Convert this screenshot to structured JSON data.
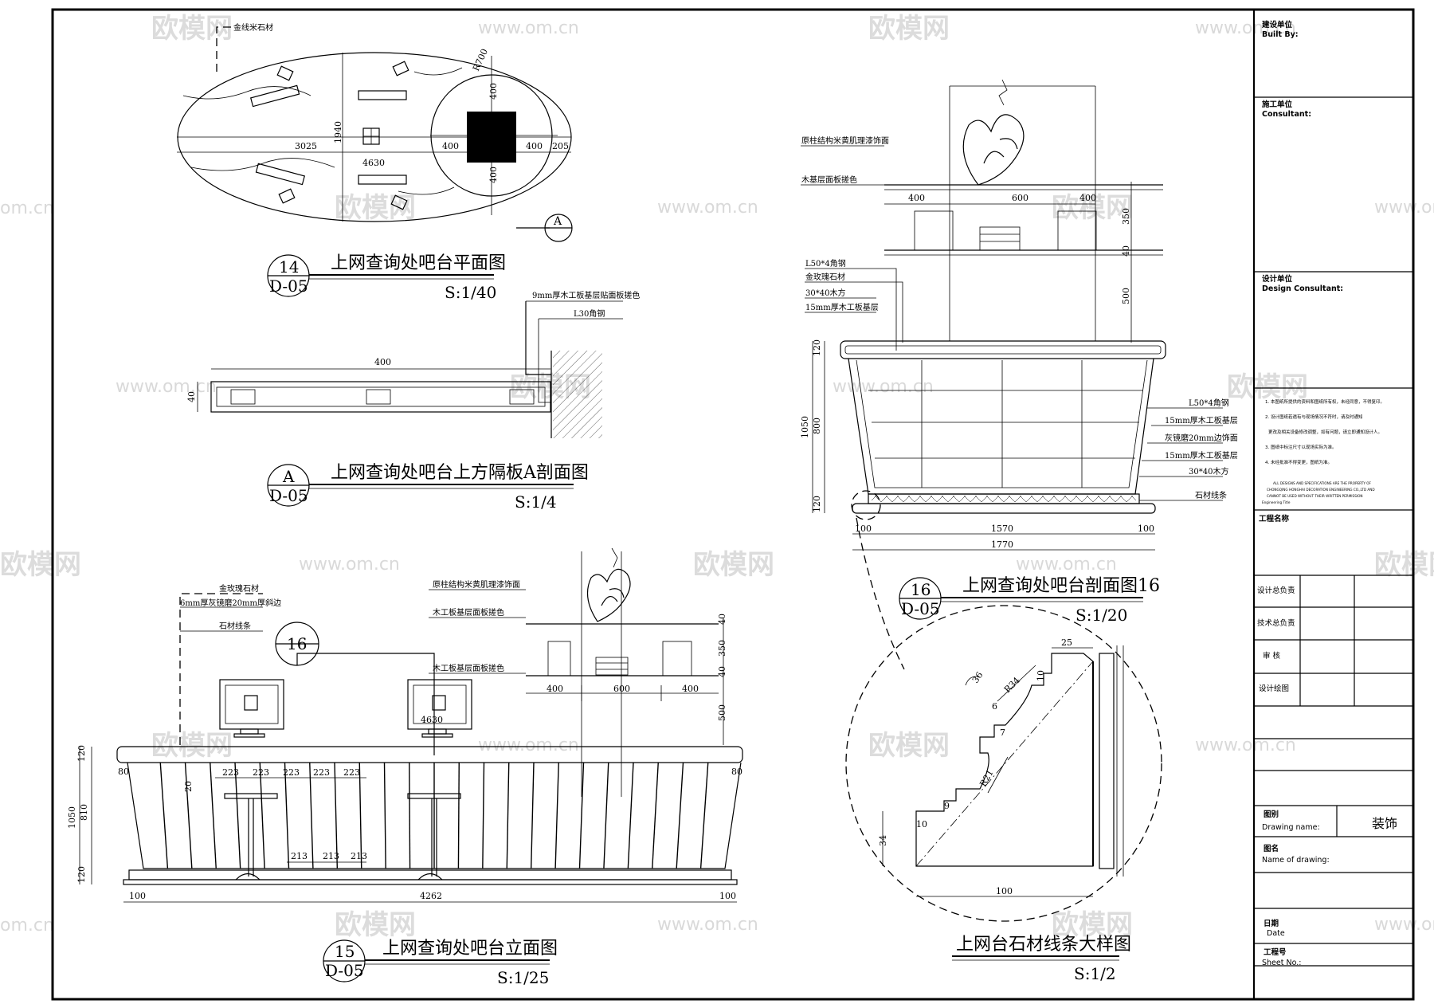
{
  "watermarks": {
    "site": "www.om.cn",
    "brand": "欧模网",
    "edge": "om.cn"
  },
  "views": {
    "plan": {
      "title": "上网查询处吧台平面图",
      "scale": "S:1/40",
      "tag_top": "14",
      "tag_bottom": "D-05",
      "labels": {
        "stone": "金线米石材"
      },
      "section_tag": "A",
      "dims": {
        "d3025": "3025",
        "d1940": "1940",
        "d4630": "4630",
        "d400a": "400",
        "d400b": "400",
        "d205": "205",
        "d400c": "400",
        "d400d": "400",
        "r": "R700"
      }
    },
    "sectionA": {
      "title": "上网查询处吧台上方隔板A剖面图",
      "scale": "S:1/4",
      "tag_top": "A",
      "tag_bottom": "D-05",
      "labels": {
        "board": "9mm厚木工板基层贴面板搓色",
        "angle": "L30角钢"
      },
      "dims": {
        "w": "400",
        "h": "40"
      }
    },
    "elevation": {
      "title": "上网查询处吧台立面图",
      "scale": "S:1/25",
      "tag_top": "15",
      "tag_bottom": "D-05",
      "callout": "16",
      "labels": {
        "l1": "金玫瑰石材",
        "l2": "6mm厚灰镜磨20mm厚斜边",
        "l3": "石材线条",
        "l4": "原柱结构米黄肌理漆饰面",
        "l5": "木工板基层面板搓色",
        "l6": "木工板基层面板搓色"
      },
      "dims": {
        "d120a": "120",
        "d1050": "1050",
        "d810": "810",
        "d120b": "120",
        "d80a": "80",
        "d80b": "80",
        "d223": "223",
        "d213": "213",
        "d4262": "4262",
        "d100a": "100",
        "d100b": "100",
        "d4630": "4630",
        "d20": "20",
        "s400a": "400",
        "s600": "600",
        "s400b": "400",
        "s350": "350",
        "s500": "500",
        "s40a": "40",
        "s40b": "40"
      }
    },
    "section16": {
      "title": "上网查询处吧台剖面图16",
      "scale": "S:1/20",
      "tag_top": "16",
      "tag_bottom": "D-05",
      "labels": {
        "l1": "原柱结构米黄肌理漆饰面",
        "l2": "木基层面板搓色",
        "l3": "L50*4角钢",
        "l4": "金玫瑰石材",
        "l5": "30*40木方",
        "l6": "15mm厚木工板基层",
        "r1": "L50*4角钢",
        "r2": "15mm厚木工板基层",
        "r3": "灰镜磨20mm边饰面",
        "r4": "15mm厚木工板基层",
        "r5": "30*40木方",
        "r6": "石材线条"
      },
      "dims": {
        "t400a": "400",
        "t600": "600",
        "t400b": "400",
        "t350": "350",
        "t40": "40",
        "t500": "500",
        "h120a": "120",
        "h1050": "1050",
        "h800": "800",
        "h120b": "120",
        "b100a": "100",
        "b1570": "1570",
        "b100b": "100",
        "b1770": "1770"
      }
    },
    "detail": {
      "title": "上网台石材线条大样图",
      "scale": "S:1/2",
      "dims": {
        "d25": "25",
        "d36": "36",
        "r34": "R34",
        "d10a": "10",
        "d6": "6",
        "d7": "7",
        "r21": "R21",
        "d9": "9",
        "d10b": "10",
        "d34": "34",
        "d100": "100"
      }
    }
  },
  "title_block": {
    "built_by_cn": "建设单位",
    "built_by": "Built By:",
    "consultant_cn": "施工单位",
    "consultant": "Consultant:",
    "design_cn": "设计单位",
    "design": "Design Consultant:",
    "notes": [
      "1. 本图纸所提供的资料和图纸所有权，未经同意，不得复印。",
      "2. 设计图纸若遇有与现场情况不符时，请及时通知",
      "更改及相关设备修改调整，如有问题，请立即通知设计人。",
      "3. 图纸中标注尺寸以现场实际为准。",
      "4. 未经批准不得变更，图纸为准。"
    ],
    "notes_en": [
      "ALL DESIGNS AND SPECIFICATIONS ARE THE PROPERTY OF",
      "CHONGQING HONGHAI DECORATION ENGINEERING CO.,LTD AND",
      "CANNOT BE USED WITHOUT THEIR WRITTEN PERMISSION",
      "Engineering Title"
    ],
    "project_cn": "工程名称",
    "roles": [
      "设计总负责",
      "技术总负责",
      "审   核",
      "设计绘图"
    ],
    "drawing_name_cn": "图别",
    "drawing_name": "Drawing name:",
    "drawing_name_value": "装饰",
    "name_of_drawing_cn": "图名",
    "name_of_drawing": "Name of drawing:",
    "date_cn": "日期",
    "date": "Date",
    "sheet_cn": "工程号",
    "sheet": "Sheet No.:"
  }
}
